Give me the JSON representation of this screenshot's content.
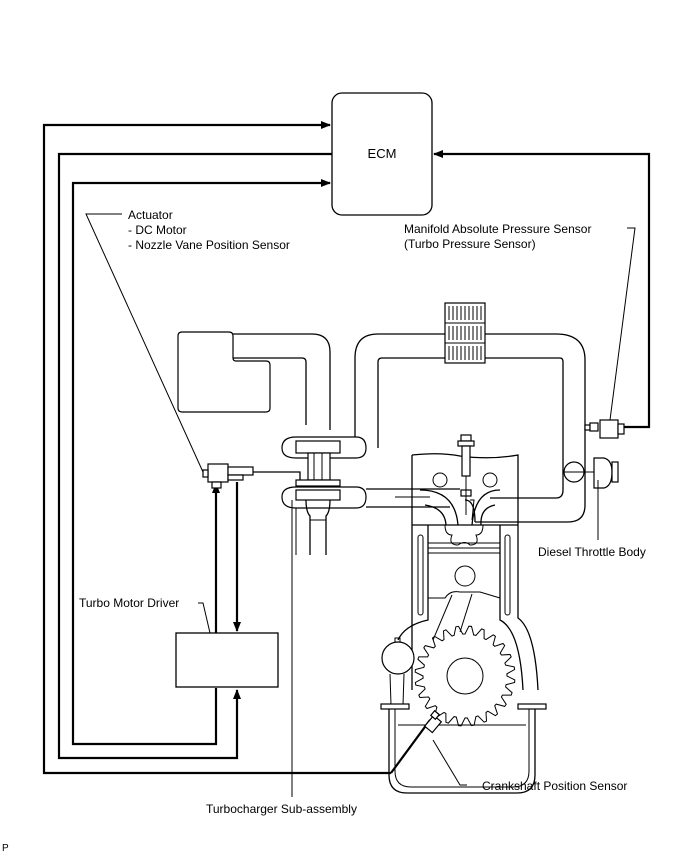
{
  "diagram": {
    "title": "Turbocharger Control System",
    "labels": {
      "ecm": "ECM",
      "actuator": "Actuator",
      "actuator_sub1": "- DC Motor",
      "actuator_sub2": "- Nozzle Vane Position Sensor",
      "map_sensor": "Manifold Absolute Pressure Sensor",
      "map_sensor_sub": "(Turbo Pressure Sensor)",
      "throttle_body": "Diesel Throttle Body",
      "turbo_motor_driver": "Turbo Motor Driver",
      "crankshaft_sensor": "Crankshaft Position Sensor",
      "turbocharger": "Turbocharger Sub-assembly",
      "corner_mark": "P"
    },
    "connections": [
      {
        "from": "Crankshaft Position Sensor",
        "to": "ECM"
      },
      {
        "from": "Turbo Motor Driver",
        "to": "ECM"
      },
      {
        "from": "ECM",
        "to": "Turbo Motor Driver"
      },
      {
        "from": "Manifold Absolute Pressure Sensor",
        "to": "ECM"
      },
      {
        "from": "Turbo Motor Driver",
        "to": "Actuator"
      },
      {
        "from": "Actuator",
        "to": "Turbo Motor Driver"
      }
    ]
  }
}
